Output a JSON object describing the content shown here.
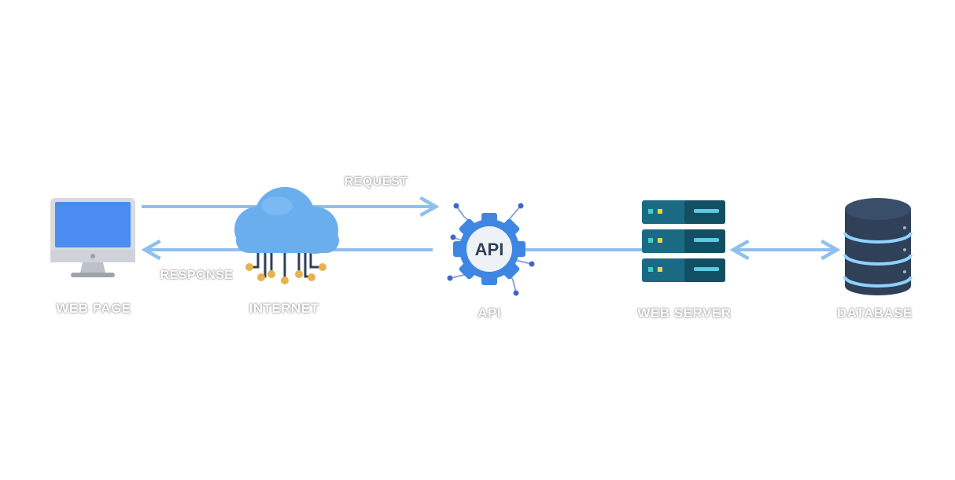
{
  "diagram": {
    "nodes": [
      {
        "id": "web_page",
        "label": "WEB PAGE",
        "icon": "monitor-icon"
      },
      {
        "id": "internet",
        "label": "INTERNET",
        "icon": "cloud-network-icon"
      },
      {
        "id": "api",
        "label": "API",
        "icon": "api-gear-icon",
        "badge_text": "API"
      },
      {
        "id": "web_server",
        "label": "WEB SERVER",
        "icon": "server-rack-icon"
      },
      {
        "id": "database",
        "label": "DATABASE",
        "icon": "database-icon"
      }
    ],
    "edges": [
      {
        "from": "web_page",
        "to": "api",
        "label": "REQUEST",
        "direction": "forward"
      },
      {
        "from": "api",
        "to": "web_page",
        "label": "RESPONSE",
        "direction": "forward"
      },
      {
        "from": "api",
        "to": "web_server",
        "label": "",
        "direction": "none"
      },
      {
        "from": "web_server",
        "to": "database",
        "label": "",
        "direction": "both"
      }
    ]
  },
  "colors": {
    "arrow": "#8fbfee",
    "cloud": "#6aaeee",
    "monitor_screen": "#4a8cf0",
    "api_gear": "#3f86e3",
    "server": "#1b6a84",
    "database": "#2f4058",
    "database_ring": "#8ed3ff",
    "node_dot": "#e7b24d"
  }
}
